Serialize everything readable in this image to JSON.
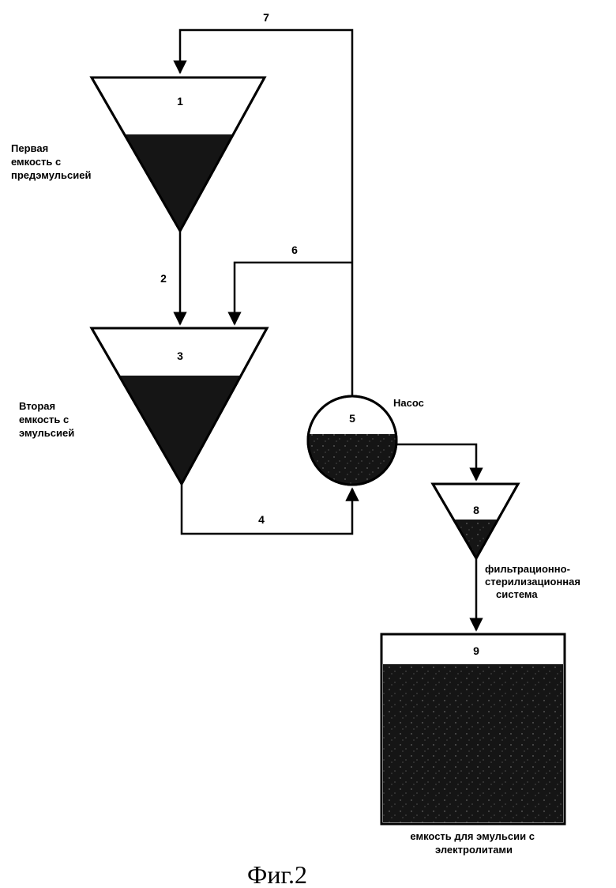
{
  "numbers": {
    "n1": "1",
    "n2": "2",
    "n3": "3",
    "n4": "4",
    "n5": "5",
    "n6": "6",
    "n7": "7",
    "n8": "8",
    "n9": "9"
  },
  "labels": {
    "first_vessel": [
      "Первая",
      "емкость с",
      "предэмульсией"
    ],
    "second_vessel": [
      "Вторая",
      "емкость с",
      "эмульсией"
    ],
    "pump": "Насос",
    "filter": [
      "фильтрационно-",
      "стерилизационная",
      "система"
    ],
    "final_vessel": [
      "емкость для эмульсии с",
      "электролитами"
    ]
  },
  "caption": "Фиг.2",
  "colors": {
    "line": "#000000",
    "liquid": "#151515",
    "background": "#ffffff"
  }
}
